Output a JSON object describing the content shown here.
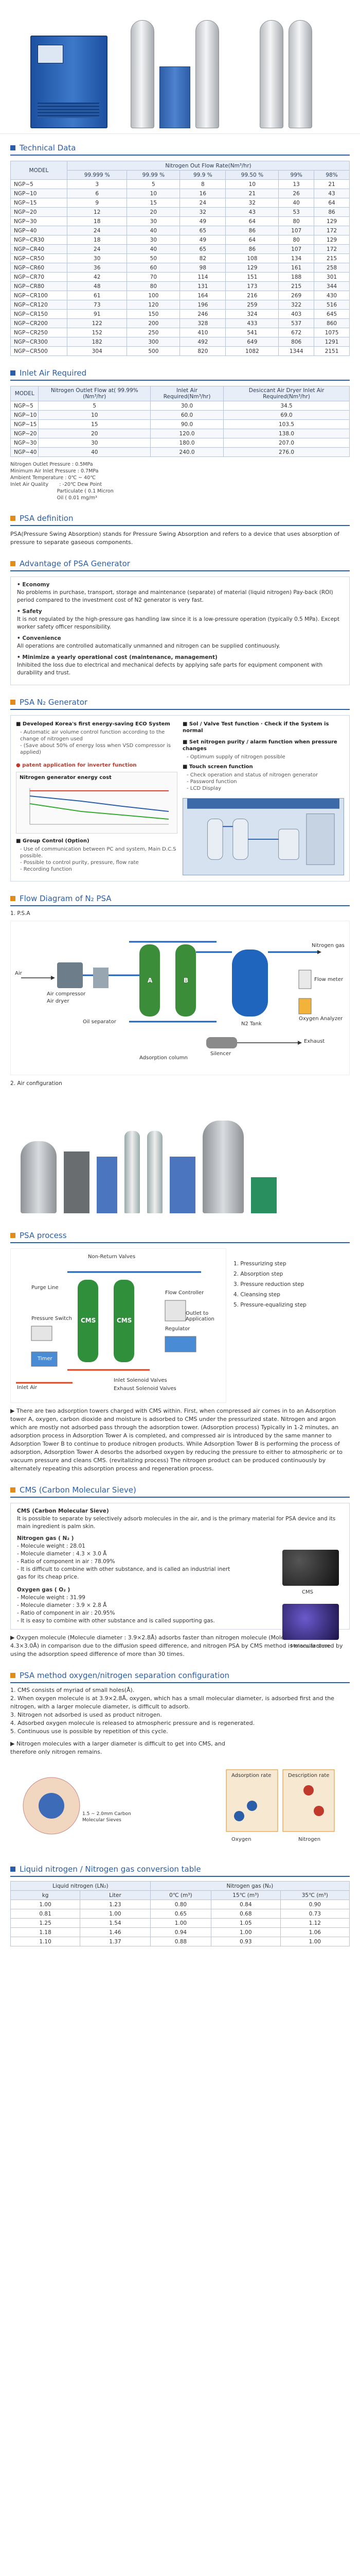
{
  "technical_data": {
    "title": "Technical Data",
    "model_label": "MODEL",
    "group_header": "Nitrogen Out Flow Rate(Nm³/hr)",
    "columns": [
      "99.999 %",
      "99.99 %",
      "99.9 %",
      "99.50 %",
      "99%",
      "98%"
    ],
    "rows": [
      [
        "NGP~5",
        "3",
        "5",
        "8",
        "10",
        "13",
        "21"
      ],
      [
        "NGP~10",
        "6",
        "10",
        "16",
        "21",
        "26",
        "43"
      ],
      [
        "NGP~15",
        "9",
        "15",
        "24",
        "32",
        "40",
        "64"
      ],
      [
        "NGP~20",
        "12",
        "20",
        "32",
        "43",
        "53",
        "86"
      ],
      [
        "NGP~30",
        "18",
        "30",
        "49",
        "64",
        "80",
        "129"
      ],
      [
        "NGP~40",
        "24",
        "40",
        "65",
        "86",
        "107",
        "172"
      ],
      [
        "NGP~CR30",
        "18",
        "30",
        "49",
        "64",
        "80",
        "129"
      ],
      [
        "NGP~CR40",
        "24",
        "40",
        "65",
        "86",
        "107",
        "172"
      ],
      [
        "NGP~CR50",
        "30",
        "50",
        "82",
        "108",
        "134",
        "215"
      ],
      [
        "NGP~CR60",
        "36",
        "60",
        "98",
        "129",
        "161",
        "258"
      ],
      [
        "NGP~CR70",
        "42",
        "70",
        "114",
        "151",
        "188",
        "301"
      ],
      [
        "NGP~CR80",
        "48",
        "80",
        "131",
        "173",
        "215",
        "344"
      ],
      [
        "NGP~CR100",
        "61",
        "100",
        "164",
        "216",
        "269",
        "430"
      ],
      [
        "NGP~CR120",
        "73",
        "120",
        "196",
        "259",
        "322",
        "516"
      ],
      [
        "NGP~CR150",
        "91",
        "150",
        "246",
        "324",
        "403",
        "645"
      ],
      [
        "NGP~CR200",
        "122",
        "200",
        "328",
        "433",
        "537",
        "860"
      ],
      [
        "NGP~CR250",
        "152",
        "250",
        "410",
        "541",
        "672",
        "1075"
      ],
      [
        "NGP~CR300",
        "182",
        "300",
        "492",
        "649",
        "806",
        "1291"
      ],
      [
        "NGP~CR500",
        "304",
        "500",
        "820",
        "1082",
        "1344",
        "2151"
      ]
    ]
  },
  "inlet_air": {
    "title": "Inlet Air Required",
    "headers": [
      "MODEL",
      "Nitrogen Outlet Flow at( 99.99%(Nm³/hr)",
      "Inlet Air Required(Nm³/hr)",
      "Desiccant Air Dryer Inlet Air Required(Nm³/hr)"
    ],
    "rows": [
      [
        "NGP~5",
        "5",
        "30.0",
        "34.5"
      ],
      [
        "NGP~10",
        "10",
        "60.0",
        "69.0"
      ],
      [
        "NGP~15",
        "15",
        "90.0",
        "103.5"
      ],
      [
        "NGP~20",
        "20",
        "120.0",
        "138.0"
      ],
      [
        "NGP~30",
        "30",
        "180.0",
        "207.0"
      ],
      [
        "NGP~40",
        "40",
        "240.0",
        "276.0"
      ]
    ],
    "notes": [
      "Nitrogen Outlet Pressure : 0.5MPa",
      "Minimum Air Inlet Pressure : 0.7MPa",
      "Ambient Temperature : 0℃ ~ 40℃",
      "Inlet Air Quality       : -20℃ Dew Point",
      "                              Particulate ( 0.1 Micron",
      "                              Oil ( 0.01 mg/m³"
    ]
  },
  "psa_definition": {
    "title": "PSA definition",
    "text": "PSA(Pressure Swing Absorption) stands for Pressure Swing Absorption and refers to a device that uses absorption of pressure to separate gaseous components."
  },
  "advantage": {
    "title": "Advantage of PSA Generator",
    "items": [
      {
        "head": "Economy",
        "body": "No problems in purchase, transport, storage and maintenance (separate) of material (liquid nitrogen) Pay-back (ROI) period compared to the investment cost of N2 generator is very fast."
      },
      {
        "head": "Safety",
        "body": "It is not regulated by the high-pressure gas handling law since it is a low-pressure operation (typically 0.5 MPa). Except worker safety officer responsibility."
      },
      {
        "head": "Convenience",
        "body": "All operations are controlled automatically unmanned and nitrogen can be supplied continuously."
      },
      {
        "head": "Minimize a yearly operational cost (maintenance, management)",
        "body": "Inhibited the loss due to electrical and mechanical defects by applying safe parts for equipment component with durability and trust."
      }
    ]
  },
  "features": {
    "title": "PSA N₂ Generator",
    "left": [
      {
        "head": "Developed Korea's first energy-saving ECO System",
        "subs": [
          "Automatic air volume control function according to the change of nitrogen used",
          "(Save about 50% of energy loss when VSD compressor is applied)"
        ]
      },
      {
        "head": "Group Control (Option)",
        "subs": [
          "Use of communication between PC and system, Main D.C.S possible.",
          "Possible to control purity, pressure, flow rate",
          "Recording function"
        ]
      }
    ],
    "red_patent": "● patent application for inverter function",
    "chart_title": "Nitrogen generator energy cost",
    "right": [
      {
        "head": "Sol / Valve Test function · Check if the System is normal",
        "subs": []
      },
      {
        "head": "Set nitrogen purity / alarm function when pressure changes",
        "subs": [
          "Optimum supply of nitrogen possible"
        ]
      },
      {
        "head": "Touch screen function",
        "subs": [
          "Check operation and status of nitrogen generator",
          "Password function",
          "LCD Display"
        ]
      }
    ]
  },
  "flow_diagram": {
    "title": "Flow Diagram of N₂ PSA",
    "step1": "1. P.S.A",
    "labels": {
      "air": "Air",
      "compressor": "Air compressor",
      "dryer": "Air dryer",
      "oil": "Oil separator",
      "col_a": "A",
      "col_b": "B",
      "adsorption": "Adsorption column",
      "tank": "N2 Tank",
      "nitrogen_gas": "Nitrogen gas",
      "flow_meter": "Flow meter",
      "oxygen": "Oxygen Analyzer",
      "exhaust": "Exhaust",
      "silencer": "Silencer"
    },
    "step2": "2. Air configuration"
  },
  "psa_process": {
    "title": "PSA process",
    "labels": {
      "nonreturn": "Non-Return Valves",
      "purge": "Purge Line",
      "cms1": "CMS",
      "cms2": "CMS",
      "pressure_switch": "Pressure Switch",
      "inlet_air": "Inlet Air",
      "timer": "Timer",
      "inlet_valves": "Inlet Solenoid Valves",
      "exhaust_valves": "Exhaust Solenoid Valves",
      "flow_controller": "Flow Controller",
      "regulator": "Regulator",
      "outlet": "Outlet to Application"
    },
    "steps": [
      "1. Pressurizing step",
      "2. Absorption step",
      "3. Pressure reduction step",
      "4. Cleansing step",
      "5. Pressure-equalizing step"
    ],
    "text": "There are two adsorption towers charged with CMS within. First, when compressed air comes in to an Adsorption tower A, oxygen, carbon dioxide and moisture is adsorbed to CMS under the pressurized state. Nitrogen and argon which are mostly not adsorbed pass through the adsorption tower. (Adsorption process) Typically in 1-2 minutes, an adsorption process in Adsorption Tower A is completed, and compressed air is introduced by the same manner to Adsorption Tower B to continue to produce nitrogen products. While Adsorption Tower B is performing the process of adsorption, Adsorption Tower A desorbs the adsorbed oxygen by reducing the pressure to either to atmospheric or to vacuum pressure and cleans CMS. (revitalizing process) The nitrogen product can be produced continuously by alternately repeating this adsorption process and regeneration process."
  },
  "cms": {
    "title": "CMS (Carbon Molecular Sieve)",
    "heading": "CMS (Carbon Molecular Sieve)",
    "intro": "It is possible to separate by selectively adsorb molecules in the air, and is the primary material for PSA device and its main ingredient is palm skin.",
    "n2_head": "Nitrogen gas ( N₂ )",
    "n2_lines": [
      "- Molecule weight : 28.01",
      "- Molecule diameter : 4.3 × 3.0 Å",
      "- Ratio of component in air : 78.09%",
      "- It is difficult to combine with other substance, and is called an industrial inert gas for its cheap price."
    ],
    "cms_label": "CMS",
    "o2_head": "Oxygen gas ( O₂ )",
    "o2_lines": [
      "- Molecule weight : 31.99",
      "- Molecule diameter : 3.9 × 2.8 Å",
      "- Ratio of component in air : 20.95%",
      "- It is easy to combine with other substance and is called supporting gas."
    ],
    "molecular_label": "Molecular sieve",
    "sieve_text": "Oxygen molecule (Molecule diameter : 3.9×2.8Å) adsorbs faster than nitrogen molecule (Molecule diameter : 4.3×3.0Å) in comparison due to the diffusion speed difference, and nitrogen PSA by CMS method is manufactured by using the adsorption speed difference of more than 30 times."
  },
  "selectivity": {
    "title": "PSA method oxygen/nitrogen separation configuration",
    "lines": [
      "1. CMS consists of myriad of small holes(Å).",
      "2. When oxygen molecule is at 3.9×2.8Å, oxygen, which has a small molecular diameter, is adsorbed first and the nitrogen, with a larger molecule diameter, is difficult to adsorb.",
      "3. Nitrogen not adsorbed is used as product nitrogen.",
      "4. Adsorbed oxygen molecule is released to atmospheric pressure and is regenerated.",
      "5. Continuous use is possible by repetition of this cycle."
    ],
    "highlight": "Nitrogen molecules with a larger diameter is difficult to get into CMS, and therefore only nitrogen remains.",
    "labels": {
      "adsorption_rate": "Adsorption rate",
      "description_rate": "Description rate",
      "cms_fine": "1.5 ~ 2.0mm Carbon Molecular Sieves",
      "oxygen": "Oxygen",
      "nitrogen": "Nitrogen"
    }
  },
  "lnt": {
    "title": "Liquid nitrogen / Nitrogen gas conversion table",
    "h1": "Liquid nitrogen (LN₂)",
    "h2": "Nitrogen gas (N₂)",
    "sub": [
      "kg",
      "Liter",
      "0℃ (m³)",
      "15℃ (m³)",
      "35℃ (m³)"
    ],
    "rows": [
      [
        "1.00",
        "1.23",
        "0.80",
        "0.84",
        "0.90"
      ],
      [
        "0.81",
        "1.00",
        "0.65",
        "0.68",
        "0.73"
      ],
      [
        "1.25",
        "1.54",
        "1.00",
        "1.05",
        "1.12"
      ],
      [
        "1.18",
        "1.46",
        "0.94",
        "1.00",
        "1.06"
      ],
      [
        "1.10",
        "1.37",
        "0.88",
        "0.93",
        "1.00"
      ]
    ]
  },
  "colors": {
    "accent": "#2b5ea8",
    "orange": "#e08b1a",
    "blue_tank": "#2d5da6"
  }
}
